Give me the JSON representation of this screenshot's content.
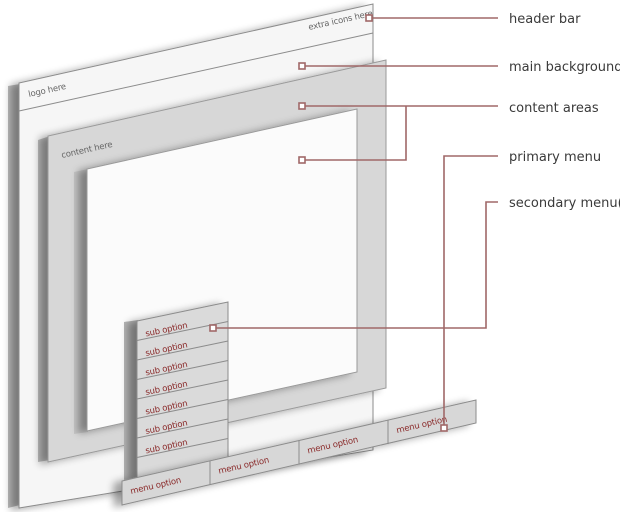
{
  "diagram": {
    "colors": {
      "callout": "#a06868",
      "menu_text": "#8a2a2a",
      "layer_light": "#f5f5f5",
      "layer_mid": "#d9d9d9",
      "layer_dark": "#bfbfbf",
      "outline": "#8c8c8c"
    },
    "page_layer": {
      "header_logo": "logo here",
      "header_extra": "extra icons here"
    },
    "content_layer": {
      "label": "content here"
    },
    "secondary_menu": {
      "items": [
        "sub option",
        "sub option",
        "sub option",
        "sub option",
        "sub option",
        "sub option",
        "sub option"
      ]
    },
    "primary_menu": {
      "items": [
        "menu option",
        "menu option",
        "menu option",
        "menu option"
      ]
    },
    "callouts": [
      {
        "label": "header bar"
      },
      {
        "label": "main background"
      },
      {
        "label": "content areas"
      },
      {
        "label": "primary menu"
      },
      {
        "label": "secondary menu(s)"
      }
    ]
  }
}
